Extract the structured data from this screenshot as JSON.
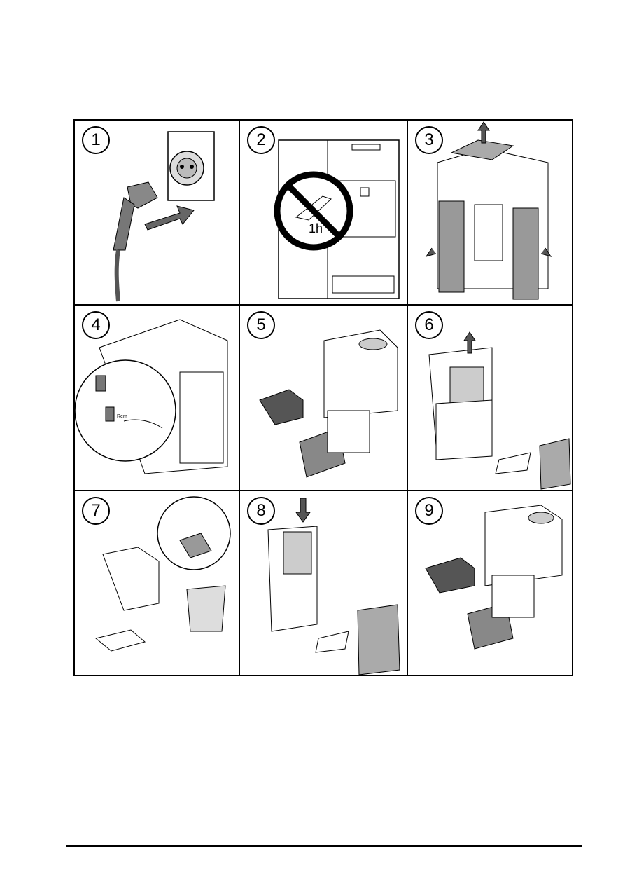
{
  "steps": [
    {
      "number": "1"
    },
    {
      "number": "2",
      "sign_label": "1h"
    },
    {
      "number": "3"
    },
    {
      "number": "4",
      "zoom_label": "Rem"
    },
    {
      "number": "5"
    },
    {
      "number": "6"
    },
    {
      "number": "7"
    },
    {
      "number": "8"
    },
    {
      "number": "9"
    }
  ]
}
